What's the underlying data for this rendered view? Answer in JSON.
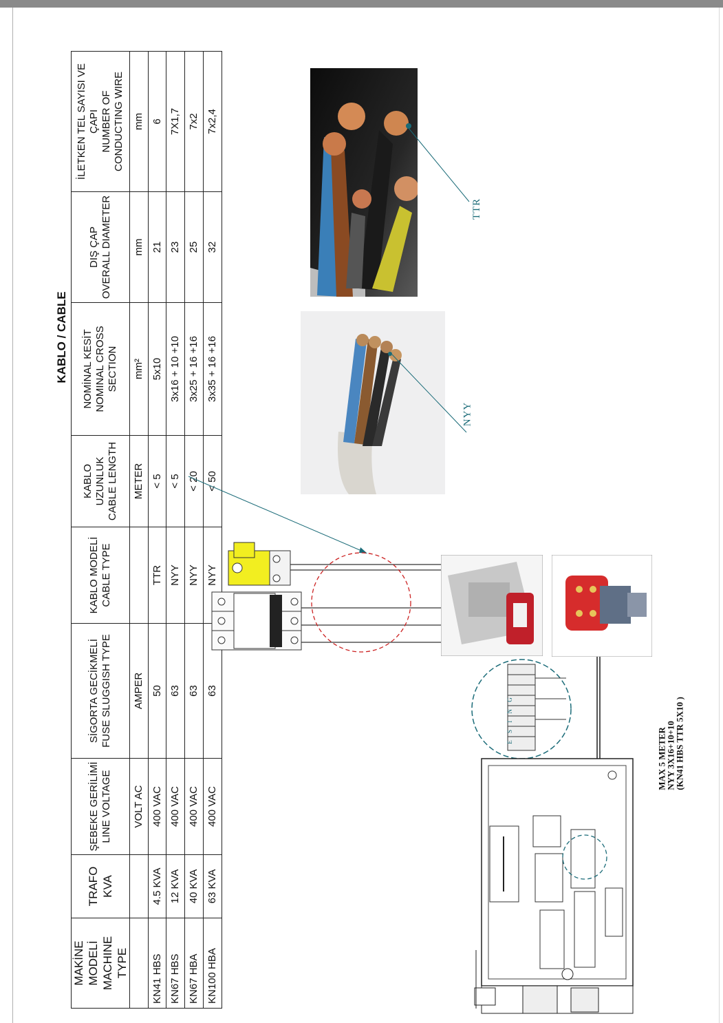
{
  "table": {
    "title": "KABLO / CABLE",
    "headers": [
      {
        "tr": "MAKİNE MODELİ",
        "en": "MACHINE TYPE"
      },
      {
        "tr": "TRAFO",
        "en": "KVA"
      },
      {
        "tr": "ŞEBEKE GERİLİMİ",
        "en": "LINE VOLTAGE"
      },
      {
        "tr": "SİGORTA GECİKMELİ",
        "en": "FUSE SLUGGISH TYPE"
      },
      {
        "tr": "KABLO MODELİ",
        "en": "CABLE TYPE"
      },
      {
        "tr": "KABLO UZUNLUK",
        "en": "CABLE LENGTH"
      },
      {
        "tr": "NOMİNAL KESİT",
        "en": "NOMINAL CROSS SECTION"
      },
      {
        "tr": "DIŞ ÇAP",
        "en": "OVERALL DIAMETER"
      },
      {
        "tr": "İLETKEN TEL SAYISI VE ÇAPI",
        "en": "NUMBER OF CONDUCTING WIRE"
      }
    ],
    "units": [
      "",
      "",
      "VOLT AC",
      "AMPER",
      "",
      "METER",
      "mm²",
      "mm",
      "mm"
    ],
    "rows": [
      [
        "KN41  HBS",
        "4.5 KVA",
        "400 VAC",
        "50",
        "TTR",
        "< 5",
        "5x10",
        "21",
        "6"
      ],
      [
        "KN67  HBS",
        "12 KVA",
        "400 VAC",
        "63",
        "NYY",
        "< 5",
        "3x16 + 10 +10",
        "23",
        "7X1,7"
      ],
      [
        "KN67  HBA",
        "40 KVA",
        "400 VAC",
        "63",
        "NYY",
        "< 20",
        "3x25 + 16 +16",
        "25",
        "7x2"
      ],
      [
        "KN100 HBA",
        "63 KVA",
        "400 VAC",
        "63",
        "NYY",
        "< 50",
        "3x35 + 16 +16",
        "32",
        "7x2,4"
      ]
    ]
  },
  "photo_labels": {
    "ttr": "TTR",
    "nyy": "NYY"
  },
  "terminal_label": "E S I N G",
  "note": {
    "line1": "MAX 5 METER",
    "line2": "NYY 3X16+10+10",
    "line3": "(KN41 HBS TTR 5X10 )"
  }
}
